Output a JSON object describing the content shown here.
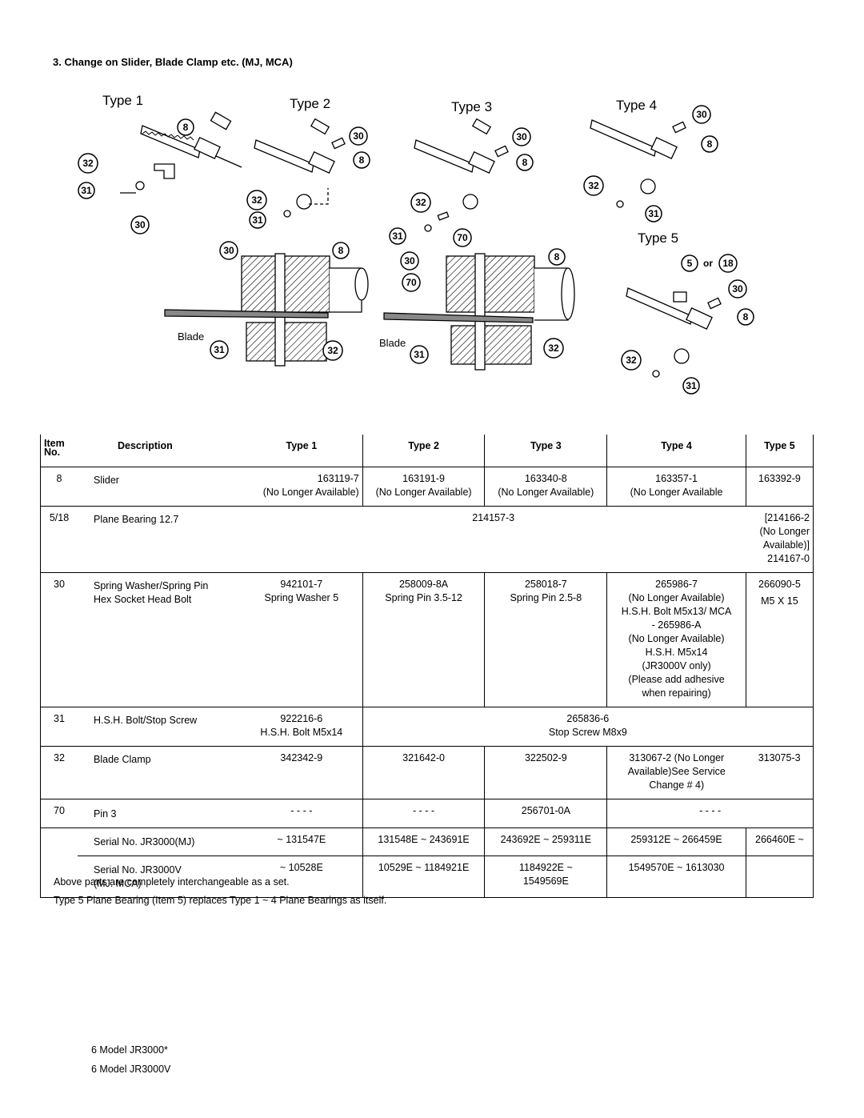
{
  "section_title": "3.  Change on Slider, Blade Clamp etc.  (MJ, MCA)",
  "diagram": {
    "type_labels": [
      "Type 1",
      "Type 2",
      "Type 3",
      "Type 4",
      "Type 5"
    ],
    "callouts": [
      "8",
      "32",
      "31",
      "30",
      "70",
      "5",
      "or",
      "18"
    ],
    "blade_label": "Blade"
  },
  "table": {
    "headers": {
      "item": "Item",
      "no": "No.",
      "description": "Description",
      "type1": "Type 1",
      "type2": "Type 2",
      "type3": "Type 3",
      "type4": "Type 4",
      "type5": "Type 5"
    },
    "rows": {
      "slider": {
        "item": "8",
        "desc": "Slider",
        "t1": [
          "163119-7",
          "(No Longer Available)"
        ],
        "t2": [
          "163191-9",
          "(No Longer Available)"
        ],
        "t3": [
          "163340-8",
          "(No Longer Available)"
        ],
        "t4": [
          "163357-1",
          "(No Longer Available"
        ],
        "t5": [
          "163392-9"
        ]
      },
      "bearing": {
        "item": "5/18",
        "desc": "Plane Bearing 12.7",
        "t1_4": "214157-3",
        "t5": [
          "[214166-2",
          "(No Longer",
          "Available)]",
          "214167-0"
        ]
      },
      "spring": {
        "item": "30",
        "desc": [
          "Spring Washer/Spring Pin",
          "Hex Socket Head Bolt"
        ],
        "t1": [
          "942101-7",
          "Spring Washer 5"
        ],
        "t2": [
          "258009-8A",
          "Spring Pin 3.5-12"
        ],
        "t3": [
          "258018-7",
          "Spring Pin 2.5-8"
        ],
        "t4": [
          "265986-7",
          "(No Longer Available)",
          "H.S.H. Bolt M5x13/ MCA",
          "- 265986-A",
          "(No Longer Available)",
          "H.S.H. M5x14",
          "(JR3000V only)",
          "(Please add adhesive",
          "when repairing)"
        ],
        "t5": [
          "266090-5",
          "M5 X 15"
        ]
      },
      "bolt": {
        "item": "31",
        "desc": "H.S.H. Bolt/Stop Screw",
        "t1": [
          "922216-6",
          "H.S.H. Bolt M5x14"
        ],
        "t2_5": [
          "265836-6",
          "Stop Screw M8x9"
        ]
      },
      "clamp": {
        "item": "32",
        "desc": "Blade Clamp",
        "t1": [
          "342342-9"
        ],
        "t2": [
          "321642-0"
        ],
        "t3": [
          "322502-9"
        ],
        "t4": [
          "313067-2  (No Longer",
          "Available)See Service",
          "Change # 4)"
        ],
        "t5": [
          "313075-3"
        ]
      },
      "pin": {
        "item": "70",
        "desc": "Pin 3",
        "t1": "- - - -",
        "t2": "- - - -",
        "t3": "256701-0A",
        "t4_5": "- - - -"
      },
      "serial_mj": {
        "desc": "Serial No. JR3000(MJ)",
        "t1": "~ 131547E",
        "t2": "131548E ~ 243691E",
        "t3": "243692E ~ 259311E",
        "t4": "259312E ~ 266459E",
        "t5": "266460E ~"
      },
      "serial_v": {
        "desc": [
          "Serial No. JR3000V",
          "(MJ. MCA)"
        ],
        "t1": "~ 10528E",
        "t2": "10529E ~ 1184921E",
        "t3": [
          "1184922E ~",
          "1549569E"
        ],
        "t4": "1549570E ~ 1613030",
        "t5": ""
      }
    }
  },
  "notes": [
    "Above parts are completely interchangeable as a set.",
    "Type 5 Plane Bearing (Item 5) replaces Type 1 ~ 4 Plane Bearings as itself."
  ],
  "footer": [
    "6  Model  JR3000*",
    "6  Model  JR3000V"
  ]
}
